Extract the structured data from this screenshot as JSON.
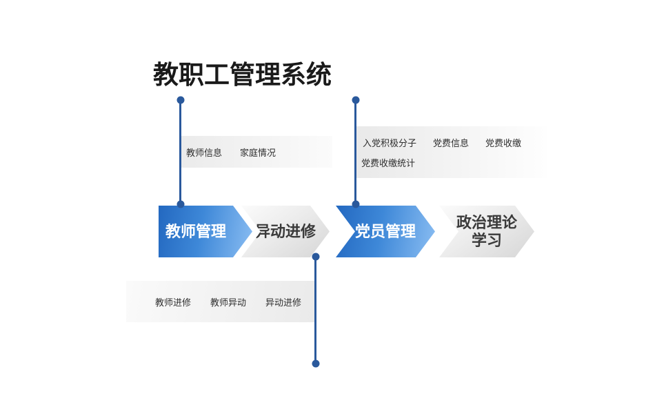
{
  "title": "教职工管理系统",
  "flow": {
    "steps": [
      {
        "id": "teacher-management",
        "lines": [
          "教师管理"
        ]
      },
      {
        "id": "transfer-training",
        "lines": [
          "异动进修"
        ]
      },
      {
        "id": "party-management",
        "lines": [
          "党员管理"
        ]
      },
      {
        "id": "political-theory-study",
        "lines": [
          "政治理论",
          "学习"
        ]
      }
    ]
  },
  "callouts": {
    "teacher": {
      "items": [
        "教师信息",
        "家庭情况"
      ]
    },
    "party": {
      "row1": [
        "入党积极分子",
        "党费信息",
        "党费收缴"
      ],
      "row2": "党费收缴统计"
    },
    "transfer": {
      "items": [
        "教师进修",
        "教师异动",
        "异动进修"
      ]
    }
  },
  "colors": {
    "step_blue_dark": "#2368c0",
    "step_blue_light": "#8abdf2",
    "step_gray_light": "#fbfbfb",
    "step_gray_dark": "#d6d6d6",
    "connector_blue": "#2a599c",
    "callout_background": "#ebebeb",
    "title_color": "#1a1a1a"
  }
}
